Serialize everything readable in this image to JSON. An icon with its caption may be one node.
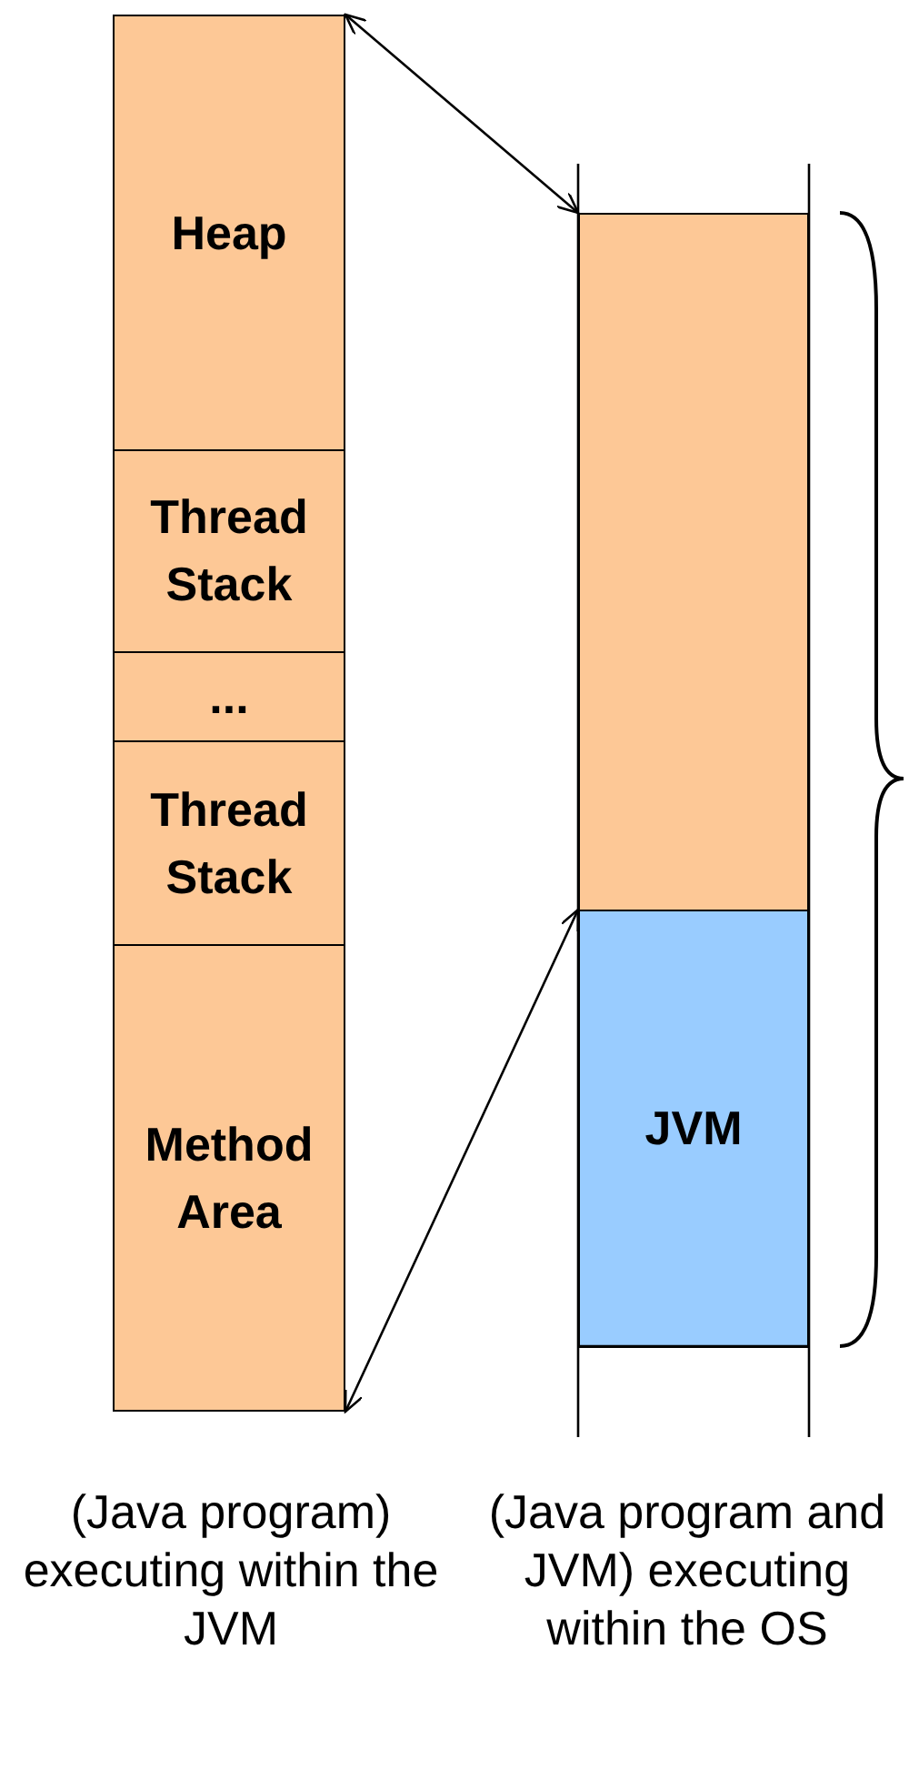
{
  "diagram": {
    "nodes": [
      {
        "text": [
          "Heap"
        ]
      },
      {
        "text": [
          "Thread Stack"
        ]
      },
      {
        "text": [
          "..."
        ]
      },
      {
        "text": [
          "Thread Stack"
        ]
      },
      {
        "text": [
          "Method Area"
        ]
      },
      {
        "text": [],
        "shape": "box"
      },
      {
        "text": [
          "JVM"
        ]
      }
    ],
    "edges": [
      {
        "from": 0,
        "to": 5,
        "arrow": "both"
      },
      {
        "from": 4,
        "to": 6,
        "arrow": "both"
      }
    ],
    "labels": [
      "(Java program) executing within the JVM",
      "(Java program and JVM) executing within the OS"
    ]
  }
}
